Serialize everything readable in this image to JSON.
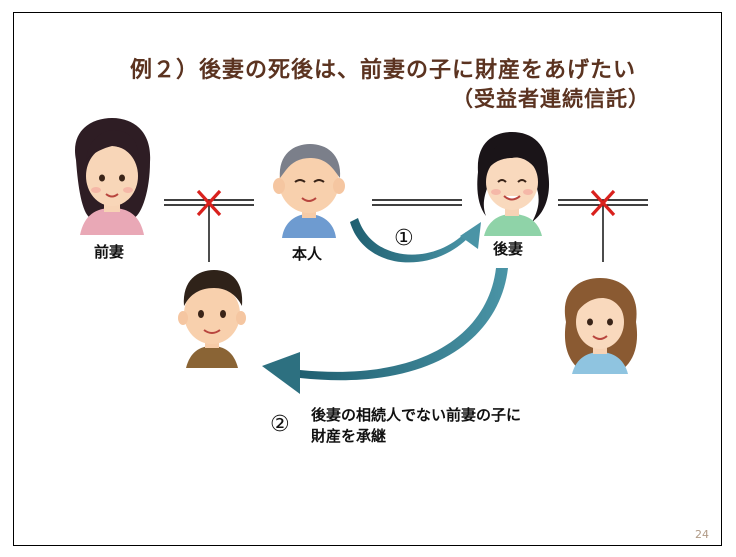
{
  "slide": {
    "title_line1": "例２）後妻の死後は、前妻の子に財産をあげたい",
    "title_line2": "（受益者連続信託）",
    "page_number": "24"
  },
  "people": {
    "former_wife_label": "前妻",
    "self_label": "本人",
    "second_wife_label": "後妻"
  },
  "steps": {
    "step1_number": "①",
    "step2_number": "②",
    "step2_text_line1": "後妻の相続人でない前妻の子に",
    "step2_text_line2": "財産を承継"
  },
  "colors": {
    "title": "#5b3320",
    "arrow": "#2d7080",
    "divorce_mark": "#d9211d"
  }
}
